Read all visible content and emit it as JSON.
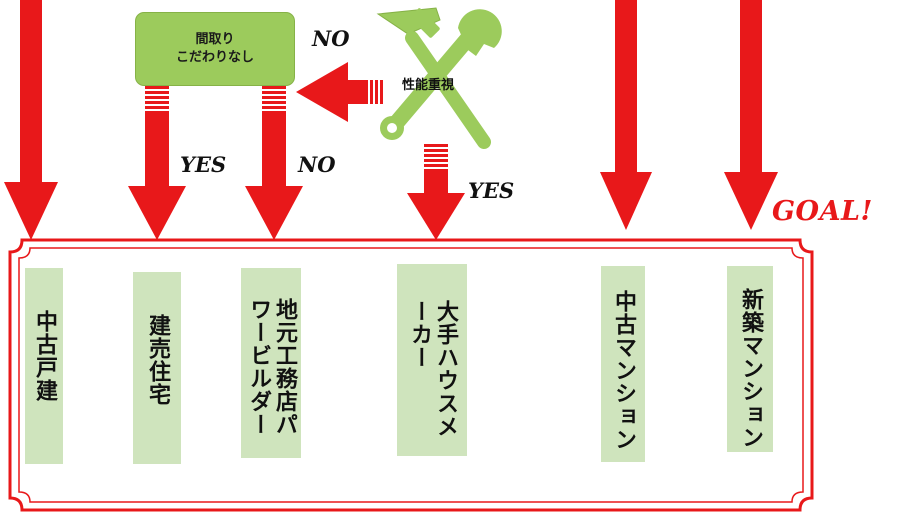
{
  "decision": {
    "top_box_lines": [
      "間取り",
      "こだわりなし"
    ],
    "performance_label": "性能重視",
    "no_label_1": "NO",
    "no_label_2": "NO",
    "yes_label_1": "YES",
    "yes_label_2": "YES"
  },
  "goal_label": "GOAL!",
  "destinations": [
    {
      "label": "中古戸建"
    },
    {
      "label": "建売住宅"
    },
    {
      "label": "地元工務店パワービルダー"
    },
    {
      "label": "大手ハウスメーカー"
    },
    {
      "label": "中古マンション"
    },
    {
      "label": "新築マンション"
    }
  ],
  "colors": {
    "arrow": "#e8181a",
    "frame": "#e8181a",
    "box_green": "#9ccb5c",
    "banner_green": "#cfe4bd",
    "tool_green": "#9ccb5c"
  },
  "icons": [
    "hammer-icon",
    "wrench-icon"
  ]
}
